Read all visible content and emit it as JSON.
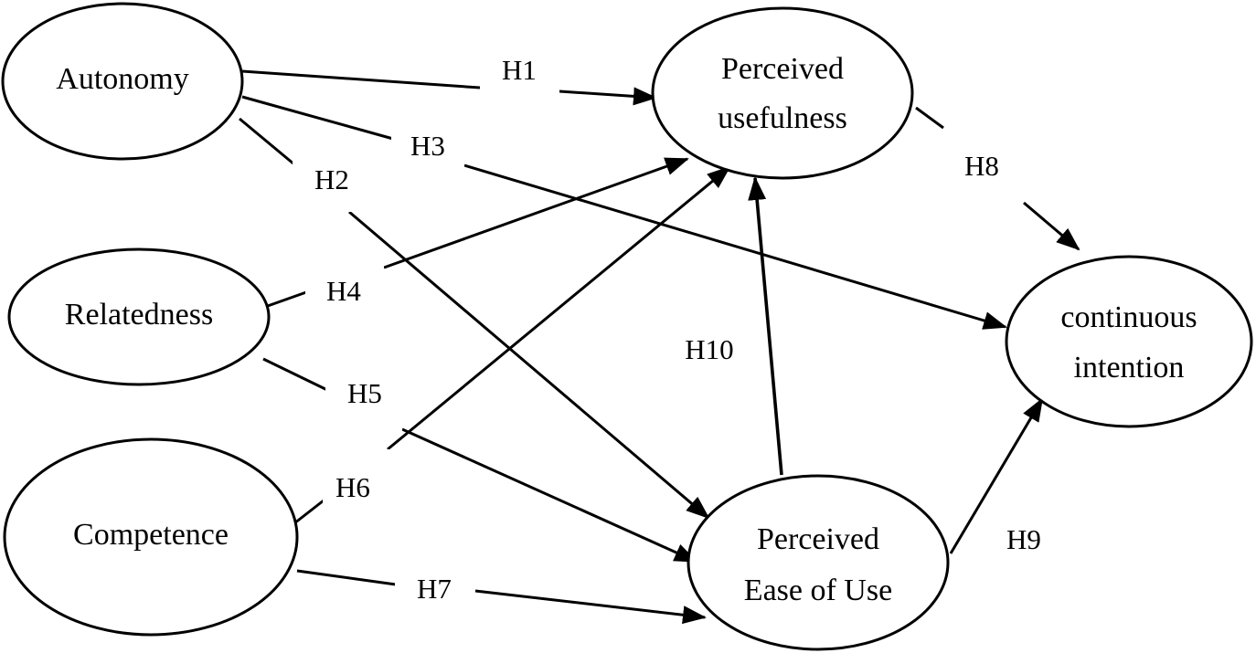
{
  "diagram": {
    "colors": {
      "stroke": "#000000",
      "fill": "#ffffff",
      "text": "#000000"
    },
    "nodes": {
      "autonomy": {
        "lines": [
          "Autonomy"
        ]
      },
      "relatedness": {
        "lines": [
          "Relatedness"
        ]
      },
      "competence": {
        "lines": [
          "Competence"
        ]
      },
      "perceived_usefulness": {
        "lines": [
          "Perceived",
          "usefulness"
        ]
      },
      "perceived_ease_of_use": {
        "lines": [
          "Perceived",
          "Ease of Use"
        ]
      },
      "continuous_intention": {
        "lines": [
          "continuous",
          "intention"
        ]
      }
    },
    "edges": {
      "h1": {
        "label": "H1",
        "from": "Autonomy",
        "to": "Perceived usefulness"
      },
      "h2": {
        "label": "H2",
        "from": "Autonomy",
        "to": "Perceived Ease of Use"
      },
      "h3": {
        "label": "H3",
        "from": "Autonomy",
        "to": "continuous intention"
      },
      "h4": {
        "label": "H4",
        "from": "Relatedness",
        "to": "Perceived usefulness"
      },
      "h5": {
        "label": "H5",
        "from": "Relatedness",
        "to": "Perceived Ease of Use"
      },
      "h6": {
        "label": "H6",
        "from": "Competence",
        "to": "Perceived usefulness"
      },
      "h7": {
        "label": "H7",
        "from": "Competence",
        "to": "Perceived Ease of Use"
      },
      "h8": {
        "label": "H8",
        "from": "Perceived usefulness",
        "to": "continuous intention"
      },
      "h9": {
        "label": "H9",
        "from": "Perceived Ease of Use",
        "to": "continuous intention"
      },
      "h10": {
        "label": "H10",
        "from": "Perceived Ease of Use",
        "to": "Perceived usefulness"
      }
    }
  }
}
